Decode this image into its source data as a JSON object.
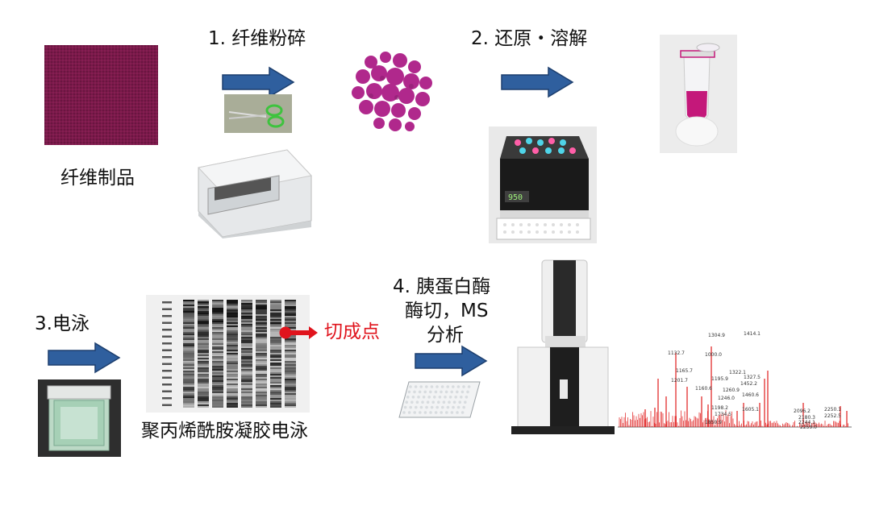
{
  "steps": {
    "fiber_product": "纤维制品",
    "step1": "1. 纤维粉碎",
    "step2": "2. 还原・溶解",
    "step3": "3.电泳",
    "gel_label": "聚丙烯酰胺凝胶电泳",
    "cut_point": "切成点",
    "step4_line1": "4. 胰蛋白酶",
    "step4_line2": "酶切，MS",
    "step4_line3": "分析"
  },
  "colors": {
    "arrow_fill": "#2f5f9e",
    "arrow_stroke": "#1d3f6e",
    "fabric": "#7a1a4a",
    "powder": "#b0288c",
    "accent_red": "#e0141d",
    "spectrum_red": "#e01b1b"
  },
  "spectrum": {
    "peak_labels": [
      "1304.9",
      "1414.1",
      "1132.7",
      "1000.0",
      "1165.7",
      "1322.1",
      "1160.6",
      "1195.9",
      "1201.7",
      "1198.2",
      "1246.0",
      "1260.9",
      "1327.5",
      "1452.2",
      "1460.6",
      "1605.1",
      "1734.5",
      "1850.9",
      "2096.2",
      "2180.3",
      "2244.1",
      "2250.1",
      "2252.5",
      "2259.0"
    ]
  }
}
